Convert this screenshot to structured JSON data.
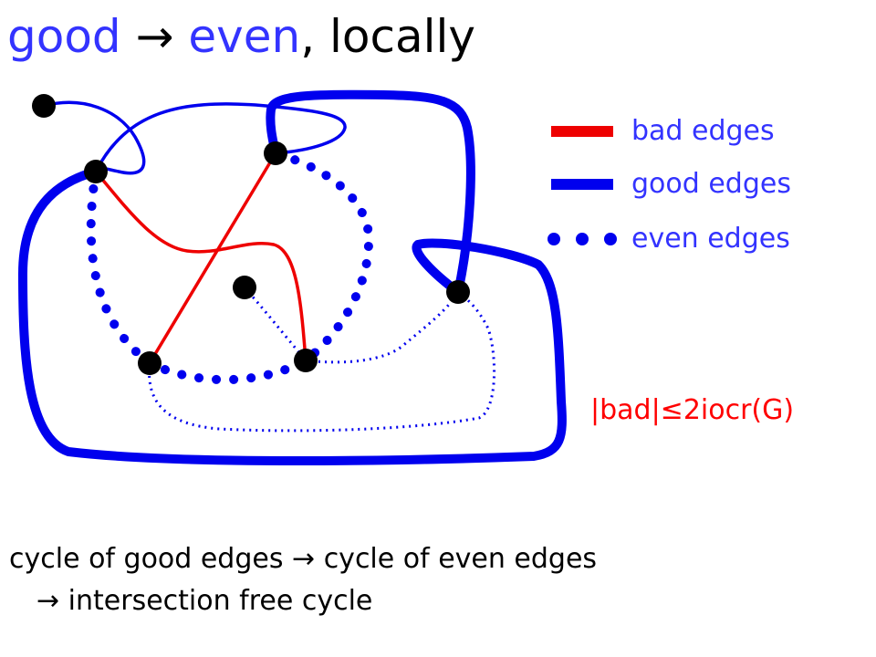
{
  "title": {
    "part1": "good",
    "arrow": "→",
    "part2": "even",
    "part3": ", locally"
  },
  "legend": {
    "bad": "bad edges",
    "good": "good edges",
    "even": "even edges"
  },
  "bound_text": "|bad|≤2iocr(G)",
  "caption": {
    "line1": "cycle of good edges → cycle of even edges",
    "line2": "→ intersection free cycle"
  },
  "colors": {
    "bad": "#ee0000",
    "good": "#0000ee",
    "text_blue": "#3333ff",
    "bound": "#ff0000"
  }
}
